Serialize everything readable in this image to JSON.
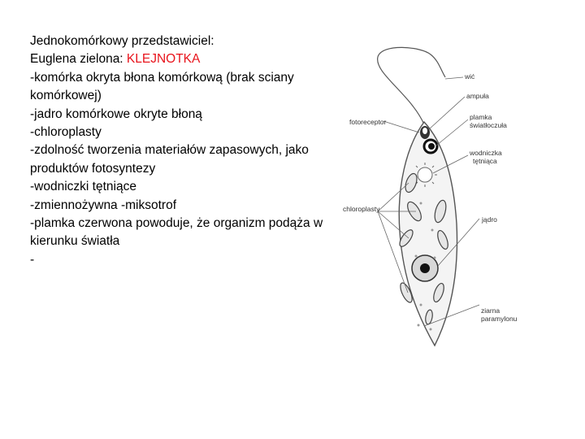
{
  "slide": {
    "heading": "Jednokomórkowy przedstawiciel:",
    "intro_prefix": "Euglena zielona: ",
    "intro_highlight": "KLEJNOTKA",
    "lines": [
      "-komórka okryta błona komórkową (brak sciany komórkowej)",
      "-jadro komórkowe okryte błoną",
      "-chloroplasty",
      "-zdolność tworzenia materiałów zapasowych, jako produktów fotosyntezy",
      "-wodniczki tętniące",
      "-zmiennożywna -miksotrof",
      "-plamka czerwona powoduje, że organizm podąża w kierunku światła",
      "-"
    ],
    "accent_color": "#e8141c"
  },
  "figure": {
    "labels": {
      "wic": "wić",
      "ampula": "ampuła",
      "fotoreceptor": "fotoreceptor",
      "plamka_1": "plamka",
      "plamka_2": "światłoczuła",
      "wodniczka_1": "wodniczka",
      "wodniczka_2": "tętniąca",
      "chloroplasty": "chloroplasty",
      "jadro": "jądro",
      "ziarna_1": "ziarna",
      "ziarna_2": "paramylonu"
    }
  }
}
